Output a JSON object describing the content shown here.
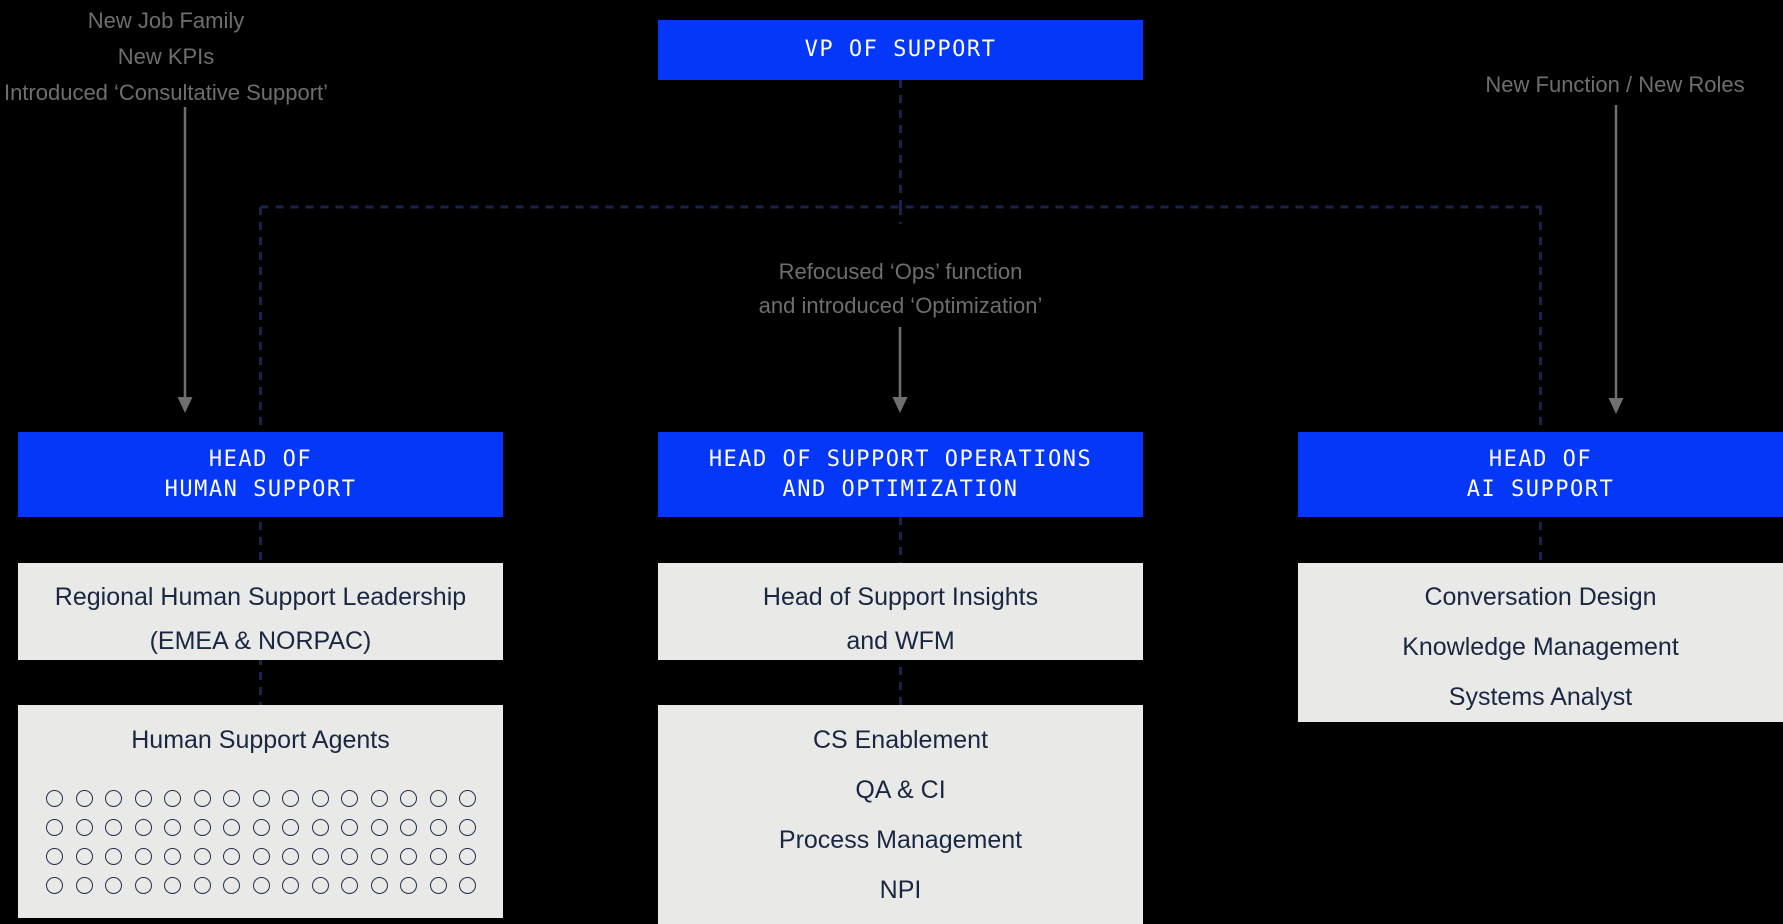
{
  "colors": {
    "background": "#000000",
    "accent_blue": "#0437F8",
    "card_gray": "#E9E9E7",
    "card_text_navy": "#1A2742",
    "connector_dash_navy": "#18224A",
    "annotation_gray": "#6E6E6E"
  },
  "annotations": {
    "left": {
      "lines": [
        "New Job Family",
        "New KPIs",
        "Introduced ‘Consultative Support’"
      ]
    },
    "middle": {
      "lines": [
        "Refocused ‘Ops’ function",
        "and introduced ‘Optimization’"
      ]
    },
    "right": {
      "lines": [
        "New Function / New Roles"
      ]
    }
  },
  "boxes": {
    "vp": {
      "title": "VP OF SUPPORT"
    },
    "head_human": {
      "lines": [
        "HEAD OF",
        "HUMAN SUPPORT"
      ]
    },
    "head_ops": {
      "lines": [
        "HEAD OF SUPPORT OPERATIONS",
        "AND OPTIMIZATION"
      ]
    },
    "head_ai": {
      "lines": [
        "HEAD OF",
        "AI SUPPORT"
      ]
    },
    "regional": {
      "lines": [
        "Regional Human Support Leadership",
        "(EMEA & NORPAC)"
      ]
    },
    "agents": {
      "title": "Human Support Agents",
      "grid_rows": 4,
      "grid_cols": 15
    },
    "insights": {
      "lines": [
        "Head of Support Insights",
        "and WFM"
      ]
    },
    "ops_teams": {
      "lines": [
        "CS Enablement",
        "QA & CI",
        "Process Management",
        "NPI"
      ]
    },
    "ai_teams": {
      "lines": [
        "Conversation Design",
        "Knowledge Management",
        "Systems Analyst"
      ]
    }
  }
}
